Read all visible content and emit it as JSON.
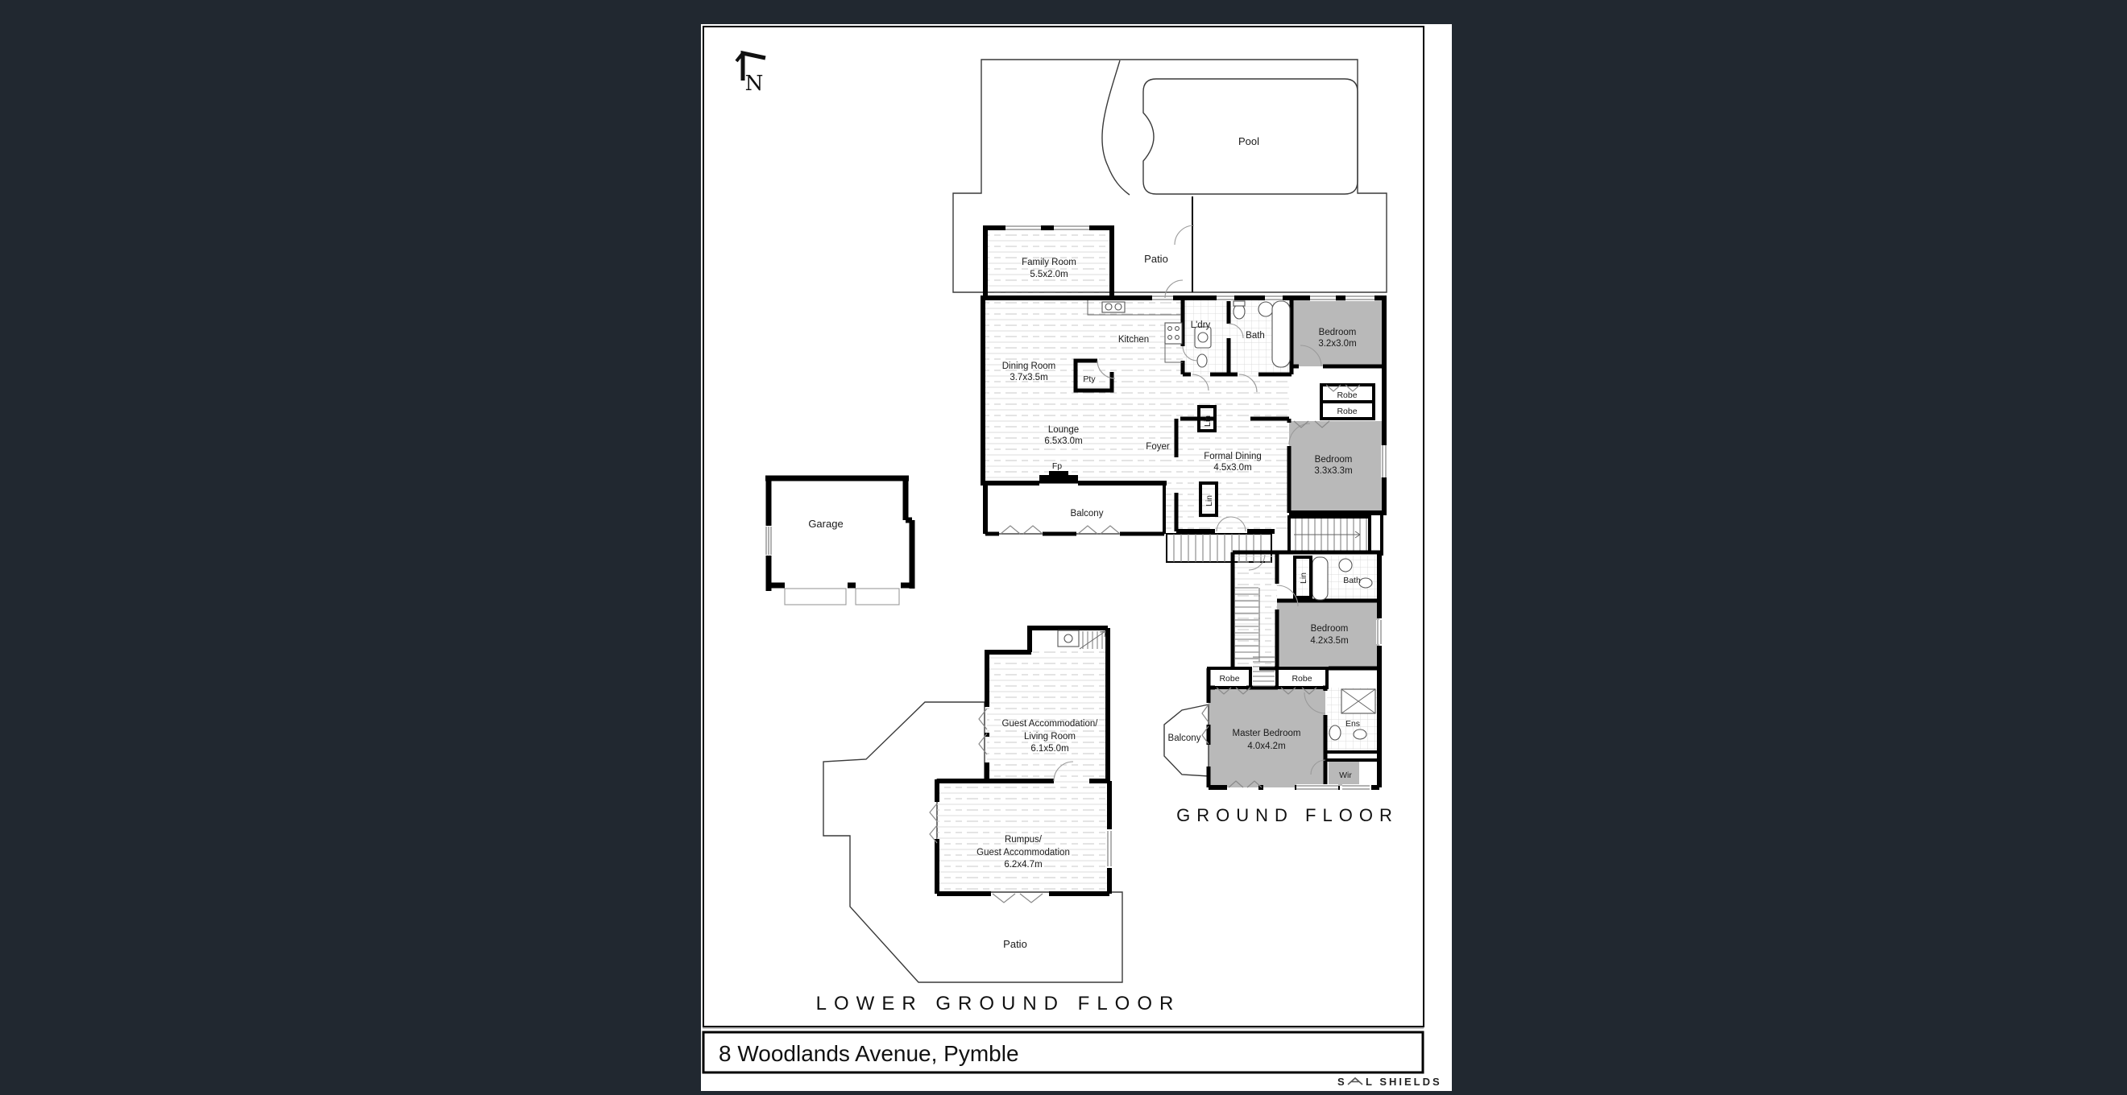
{
  "page": {
    "background_color": "#212830",
    "paper_color": "#ffffff",
    "wall_color": "#000000",
    "room_fill_color": "#b9b9b9",
    "north_label": "N",
    "address": "8 Woodlands Avenue, Pymble",
    "brand": {
      "prefix": "S",
      "suffix": "L SHIELDS"
    }
  },
  "text": {
    "pool": "Pool",
    "patio_top": "Patio",
    "family_room_1": "Family Room",
    "family_room_2": "5.5x2.0m",
    "kitchen": "Kitchen",
    "ldry": "L'dry",
    "bath_top": "Bath",
    "bed1_1": "Bedroom",
    "bed1_2": "3.2x3.0m",
    "dining_1": "Dining Room",
    "dining_2": "3.7x3.5m",
    "pty": "Pty",
    "robe_a": "Robe",
    "robe_b": "Robe",
    "lounge_1": "Lounge",
    "lounge_2": "6.5x3.0m",
    "foyer": "Foyer",
    "formal_1": "Formal Dining",
    "formal_2": "4.5x3.0m",
    "bed2_1": "Bedroom",
    "bed2_2": "3.3x3.3m",
    "lin_a": "Lin",
    "lin_b": "Lin",
    "lin_c": "Lin",
    "fp": "Fp",
    "balcony_ground": "Balcony",
    "garage": "Garage",
    "bath_mid": "Bath",
    "bed3_1": "Bedroom",
    "bed3_2": "4.2x3.5m",
    "robe_c": "Robe",
    "robe_d": "Robe",
    "master_1": "Master Bedroom",
    "master_2": "4.0x4.2m",
    "ens": "Ens",
    "wir": "Wir",
    "balcony_master": "Balcony",
    "ground_title": "GROUND FLOOR",
    "guest_1": "Guest Accommodation/",
    "guest_2": "Living Room",
    "guest_3": "6.1x5.0m",
    "rumpus_1": "Rumpus/",
    "rumpus_2": "Guest Accommodation",
    "rumpus_3": "6.2x4.7m",
    "patio_lower": "Patio",
    "lower_title": "LOWER GROUND FLOOR"
  }
}
